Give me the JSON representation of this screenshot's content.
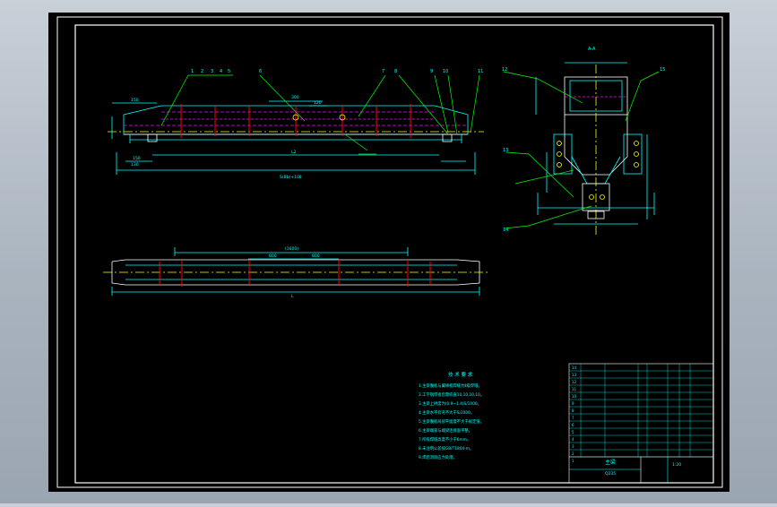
{
  "colors": {
    "background": "#aab4bf",
    "paper": "#000000",
    "frame": "#ffffff",
    "line_cyan": "#00ffff",
    "line_white": "#ffffff",
    "line_yellow": "#ffff00",
    "line_green": "#00ff00",
    "line_red": "#ff0000",
    "line_magenta": "#ff00ff"
  },
  "balloons": {
    "main": [
      "1",
      "2",
      "3",
      "4",
      "5",
      "6",
      "7",
      "8",
      "9",
      "10",
      "11"
    ],
    "side": [
      "12",
      "13",
      "14",
      "15"
    ]
  },
  "dimensions": {
    "d_150_top": "150",
    "d_300": "300",
    "d_120": "120",
    "d_l2": "L2",
    "d_150_bottom": "150",
    "d_130": "130",
    "d_overall": "S(Bb)+108",
    "d_1600": "(1600)",
    "d_800_left": "800",
    "d_800_right": "800",
    "d_l": "L",
    "d_section_top": "A-A"
  },
  "notes": {
    "title": "技 术 要 求",
    "lines": [
      "1.主梁腹板与翼缘板焊缝为Ⅱ级焊缝。",
      "2.工字钢焊接后需校直10,10,10,10。",
      "3.主梁上拱度为(0.9~1.4)S/1000。",
      "4.主梁水平旁弯不大于S/2000。",
      "5.主梁腹板局部平面度不大于规定值。",
      "6.主梁端部与端梁连接面平整。",
      "7.所有焊缝高度不小于6mm。",
      "8.未注明公差按GB/T1804-m。",
      "9.焊后消除应力处理。"
    ]
  },
  "title_block": {
    "table_rows": [
      "14",
      "13",
      "12",
      "11",
      "10",
      "9",
      "8",
      "7",
      "6",
      "5",
      "4",
      "3",
      "2",
      "1"
    ],
    "drawing_name": "主梁",
    "material": "Q235",
    "scale": "1:20"
  }
}
